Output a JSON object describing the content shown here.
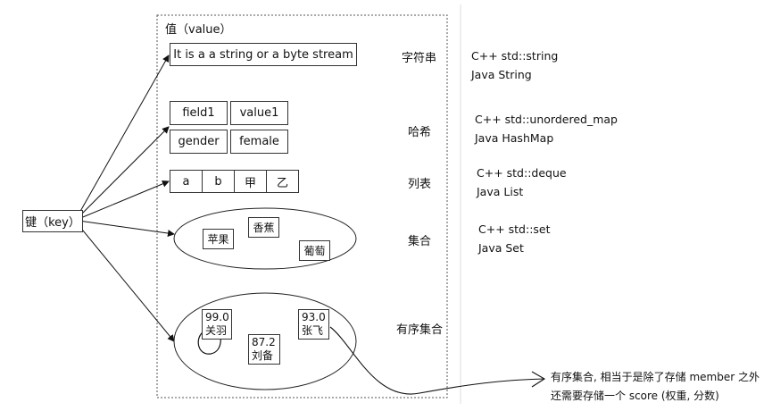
{
  "value_panel": {
    "title": "值（value）"
  },
  "key": {
    "label": "键（key）"
  },
  "string": {
    "value": "It is a a string or a byte stream",
    "type_label": "字符串",
    "impl": [
      "C++ std::string",
      "Java String"
    ]
  },
  "hash": {
    "cells": [
      [
        "field1",
        "value1"
      ],
      [
        "gender",
        "female"
      ]
    ],
    "type_label": "哈希",
    "impl": [
      "C++ std::unordered_map",
      "Java HashMap"
    ]
  },
  "list": {
    "cells": [
      "a",
      "b",
      "甲",
      "乙"
    ],
    "type_label": "列表",
    "impl": [
      "C++ std::deque",
      "Java List"
    ]
  },
  "set": {
    "members": [
      "苹果",
      "香蕉",
      "葡萄"
    ],
    "type_label": "集合",
    "impl": [
      "C++ std::set",
      "Java Set"
    ]
  },
  "zset": {
    "members": [
      {
        "score": "99.0",
        "member": "关羽"
      },
      {
        "score": "87.2",
        "member": "刘备"
      },
      {
        "score": "93.0",
        "member": "张飞"
      }
    ],
    "type_label": "有序集合"
  },
  "note": {
    "line1": "有序集合, 相当于是除了存储 member 之外",
    "line2": "还需要存储一个 score (权重, 分数)"
  }
}
